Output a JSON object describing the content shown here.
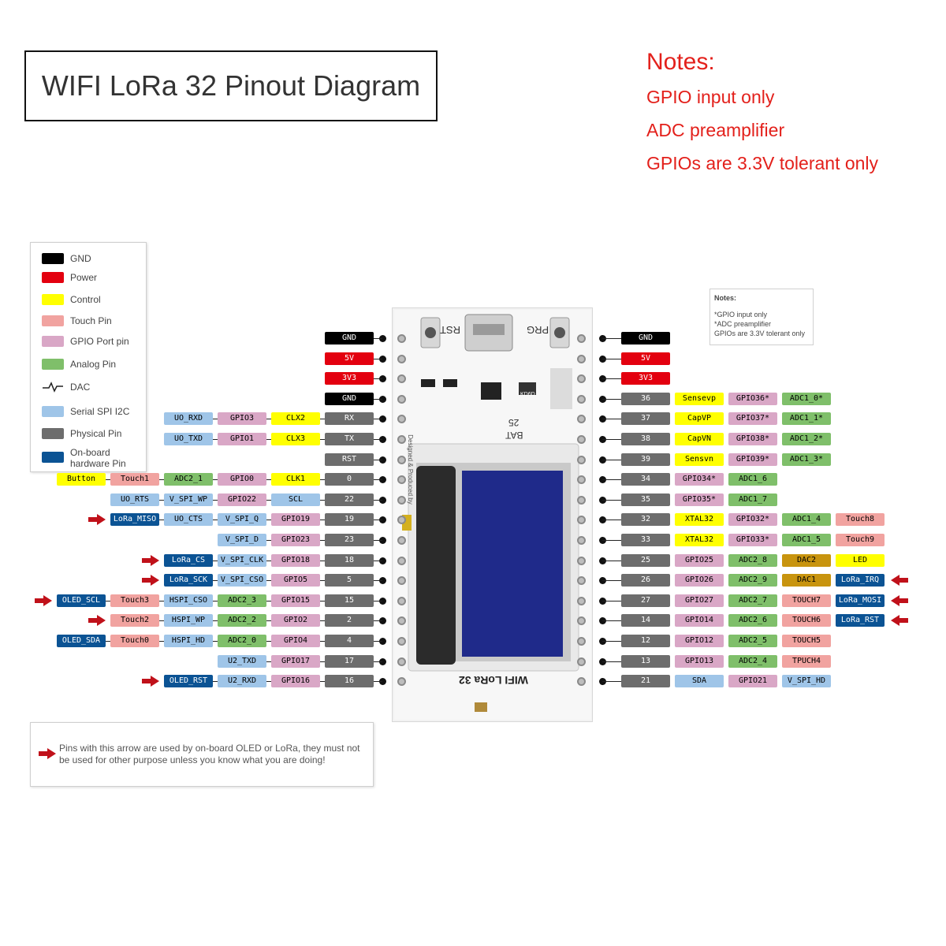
{
  "title": "WIFI LoRa 32 Pinout Diagram",
  "notes": {
    "heading": "Notes:",
    "lines": [
      "GPIO input only",
      "ADC preamplifier",
      "GPIOs are 3.3V tolerant only"
    ]
  },
  "small_notes": {
    "heading": "Notes:",
    "lines": [
      "*GPIO input only",
      "*ADC preamplifier",
      "GPIOs are  3.3V tolerant only"
    ]
  },
  "legend": [
    {
      "label": "GND",
      "color": "#000000"
    },
    {
      "label": "Power",
      "color": "#e3000f"
    },
    {
      "label": "Control",
      "color": "#ffff00"
    },
    {
      "label": "Touch Pin",
      "color": "#f1a3a0"
    },
    {
      "label": "GPIO Port pin",
      "color": "#d9a7c6"
    },
    {
      "label": "Analog Pin",
      "color": "#7fbf6a"
    },
    {
      "label": "DAC",
      "color": "dac-symbol"
    },
    {
      "label": "Serial SPI I2C",
      "color": "#9fc5e8"
    },
    {
      "label": "Physical Pin",
      "color": "#6d6d6d"
    },
    {
      "label": "On-board hardware Pin",
      "color": "#0b5394"
    }
  ],
  "bottom_note": "Pins with this arrow are used by on-board OLED or LoRa, they must not be used for other purpose unless you know what you are doing!",
  "board": {
    "rst": "RST",
    "prg": "PRG",
    "bat": "BAT",
    "bat_num": "25",
    "label": "WIFI LoRa 32",
    "designed": "Designed & Produced by",
    "chip": "KD6D"
  },
  "left_pins": [
    {
      "labels": [
        [
          "GND",
          "gnd"
        ]
      ]
    },
    {
      "labels": [
        [
          "5V",
          "pwr"
        ]
      ]
    },
    {
      "labels": [
        [
          "3V3",
          "pwr"
        ]
      ]
    },
    {
      "labels": [
        [
          "GND",
          "gnd"
        ]
      ]
    },
    {
      "labels": [
        [
          "UO_RXD",
          "spi"
        ],
        [
          "GPIO3",
          "gpio"
        ],
        [
          "CLX2",
          "ctl"
        ],
        [
          "RX",
          "phy"
        ]
      ]
    },
    {
      "labels": [
        [
          "UO_TXD",
          "spi"
        ],
        [
          "GPIO1",
          "gpio"
        ],
        [
          "CLX3",
          "ctl"
        ],
        [
          "TX",
          "phy"
        ]
      ]
    },
    {
      "labels": [
        [
          "RST",
          "phy"
        ]
      ]
    },
    {
      "labels": [
        [
          "Button",
          "ctl"
        ],
        [
          "Touch1",
          "tch"
        ],
        [
          "ADC2_1",
          "adc"
        ],
        [
          "GPIO0",
          "gpio"
        ],
        [
          "CLK1",
          "ctl"
        ],
        [
          "0",
          "phy"
        ]
      ]
    },
    {
      "labels": [
        [
          "UO_RTS",
          "spi"
        ],
        [
          "V_SPI_WP",
          "spi"
        ],
        [
          "GPIO22",
          "gpio"
        ],
        [
          "SCL",
          "spi"
        ],
        [
          "22",
          "phy"
        ]
      ]
    },
    {
      "arrow": true,
      "labels": [
        [
          "LoRa_MISO",
          "hw"
        ],
        [
          "UO_CTS",
          "spi"
        ],
        [
          "V_SPI_Q",
          "spi"
        ],
        [
          "GPIO19",
          "gpio"
        ],
        [
          "19",
          "phy"
        ]
      ]
    },
    {
      "labels": [
        [
          "V_SPI_D",
          "spi"
        ],
        [
          "GPIO23",
          "gpio"
        ],
        [
          "23",
          "phy"
        ]
      ]
    },
    {
      "arrow": true,
      "labels": [
        [
          "LoRa_CS",
          "hw"
        ],
        [
          "V_SPI_CLK",
          "spi"
        ],
        [
          "GPIO18",
          "gpio"
        ],
        [
          "18",
          "phy"
        ]
      ]
    },
    {
      "arrow": true,
      "labels": [
        [
          "LoRa_SCK",
          "hw"
        ],
        [
          "V_SPI_CSO",
          "spi"
        ],
        [
          "GPIO5",
          "gpio"
        ],
        [
          "5",
          "phy"
        ]
      ]
    },
    {
      "arrow": true,
      "labels": [
        [
          "OLED_SCL",
          "hw"
        ],
        [
          "Touch3",
          "tch"
        ],
        [
          "HSPI_CSO",
          "spi"
        ],
        [
          "ADC2_3",
          "adc"
        ],
        [
          "GPIO15",
          "gpio"
        ],
        [
          "15",
          "phy"
        ]
      ]
    },
    {
      "arrow": true,
      "labels": [
        [
          "Touch2",
          "tch"
        ],
        [
          "HSPI_WP",
          "spi"
        ],
        [
          "ADC2_2",
          "adc"
        ],
        [
          "GPIO2",
          "gpio"
        ],
        [
          "2",
          "phy"
        ]
      ]
    },
    {
      "labels": [
        [
          "OLED_SDA",
          "hw"
        ],
        [
          "Touch0",
          "tch"
        ],
        [
          "HSPI_HD",
          "spi"
        ],
        [
          "ADC2_0",
          "adc"
        ],
        [
          "GPIO4",
          "gpio"
        ],
        [
          "4",
          "phy"
        ]
      ]
    },
    {
      "labels": [
        [
          "U2_TXD",
          "spi"
        ],
        [
          "GPIO17",
          "gpio"
        ],
        [
          "17",
          "phy"
        ]
      ]
    },
    {
      "arrow": true,
      "labels": [
        [
          "OLED_RST",
          "hw"
        ],
        [
          "U2_RXD",
          "spi"
        ],
        [
          "GPIO16",
          "gpio"
        ],
        [
          "16",
          "phy"
        ]
      ]
    }
  ],
  "right_pins": [
    {
      "labels": [
        [
          "GND",
          "gnd"
        ]
      ]
    },
    {
      "labels": [
        [
          "5V",
          "pwr"
        ]
      ]
    },
    {
      "labels": [
        [
          "3V3",
          "pwr"
        ]
      ]
    },
    {
      "labels": [
        [
          "36",
          "phy"
        ],
        [
          "Sensevp",
          "ctl"
        ],
        [
          "GPIO36*",
          "gpio"
        ],
        [
          "ADC1_0*",
          "adc"
        ]
      ]
    },
    {
      "labels": [
        [
          "37",
          "phy"
        ],
        [
          "CapVP",
          "ctl"
        ],
        [
          "GPIO37*",
          "gpio"
        ],
        [
          "ADC1_1*",
          "adc"
        ]
      ]
    },
    {
      "labels": [
        [
          "38",
          "phy"
        ],
        [
          "CapVN",
          "ctl"
        ],
        [
          "GPIO38*",
          "gpio"
        ],
        [
          "ADC1_2*",
          "adc"
        ]
      ]
    },
    {
      "labels": [
        [
          "39",
          "phy"
        ],
        [
          "Sensvn",
          "ctl"
        ],
        [
          "GPIO39*",
          "gpio"
        ],
        [
          "ADC1_3*",
          "adc"
        ]
      ]
    },
    {
      "labels": [
        [
          "34",
          "phy"
        ],
        [
          "GPIO34*",
          "gpio"
        ],
        [
          "ADC1_6",
          "adc"
        ]
      ]
    },
    {
      "labels": [
        [
          "35",
          "phy"
        ],
        [
          "GPIO35*",
          "gpio"
        ],
        [
          "ADC1_7",
          "adc"
        ]
      ]
    },
    {
      "labels": [
        [
          "32",
          "phy"
        ],
        [
          "XTAL32",
          "ctl"
        ],
        [
          "GPIO32*",
          "gpio"
        ],
        [
          "ADC1_4",
          "adc"
        ],
        [
          "Touch8",
          "tch"
        ]
      ]
    },
    {
      "labels": [
        [
          "33",
          "phy"
        ],
        [
          "XTAL32",
          "ctl"
        ],
        [
          "GPIO33*",
          "gpio"
        ],
        [
          "ADC1_5",
          "adc"
        ],
        [
          "Touch9",
          "tch"
        ]
      ]
    },
    {
      "labels": [
        [
          "25",
          "phy"
        ],
        [
          "GPIO25",
          "gpio"
        ],
        [
          "ADC2_8",
          "adc"
        ],
        [
          "DAC2",
          "dac"
        ],
        [
          "LED",
          "led"
        ]
      ]
    },
    {
      "arrow": true,
      "labels": [
        [
          "26",
          "phy"
        ],
        [
          "GPIO26",
          "gpio"
        ],
        [
          "ADC2_9",
          "adc"
        ],
        [
          "DAC1",
          "dac"
        ],
        [
          "LoRa_IRQ",
          "hw"
        ]
      ]
    },
    {
      "arrow": true,
      "labels": [
        [
          "27",
          "phy"
        ],
        [
          "GPIO27",
          "gpio"
        ],
        [
          "ADC2_7",
          "adc"
        ],
        [
          "TOUCH7",
          "tch"
        ],
        [
          "LoRa_MOSI",
          "hw"
        ]
      ]
    },
    {
      "arrow": true,
      "labels": [
        [
          "14",
          "phy"
        ],
        [
          "GPIO14",
          "gpio"
        ],
        [
          "ADC2_6",
          "adc"
        ],
        [
          "TOUCH6",
          "tch"
        ],
        [
          "LoRa_RST",
          "hw"
        ]
      ]
    },
    {
      "labels": [
        [
          "12",
          "phy"
        ],
        [
          "GPIO12",
          "gpio"
        ],
        [
          "ADC2_5",
          "adc"
        ],
        [
          "TOUCH5",
          "tch"
        ]
      ]
    },
    {
      "labels": [
        [
          "13",
          "phy"
        ],
        [
          "GPIO13",
          "gpio"
        ],
        [
          "ADC2_4",
          "adc"
        ],
        [
          "TPUCH4",
          "tch"
        ]
      ]
    },
    {
      "labels": [
        [
          "21",
          "phy"
        ],
        [
          "SDA",
          "spi"
        ],
        [
          "GPIO21",
          "gpio"
        ],
        [
          "V_SPI_HD",
          "spi"
        ]
      ]
    }
  ]
}
